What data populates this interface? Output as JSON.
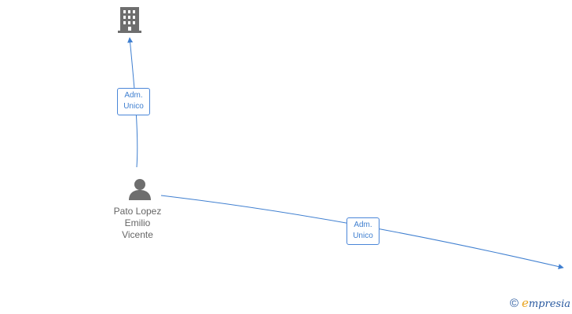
{
  "nodes": {
    "company": {
      "icon": "building-icon"
    },
    "person": {
      "icon": "person-icon",
      "name_lines": [
        "Pato Lopez",
        "Emilio",
        "Vicente"
      ]
    }
  },
  "edges": {
    "to_company": {
      "label_lines": [
        "Adm.",
        "Unico"
      ]
    },
    "to_right": {
      "label_lines": [
        "Adm.",
        "Unico"
      ]
    }
  },
  "footer": {
    "copyright_symbol": "©",
    "brand_initial": "e",
    "brand_rest": "mpresia"
  },
  "colors": {
    "edge": "#3f7fd0",
    "icon": "#6e6e6e",
    "brand_blue": "#2a5aa0",
    "brand_orange": "#e8a21b"
  }
}
